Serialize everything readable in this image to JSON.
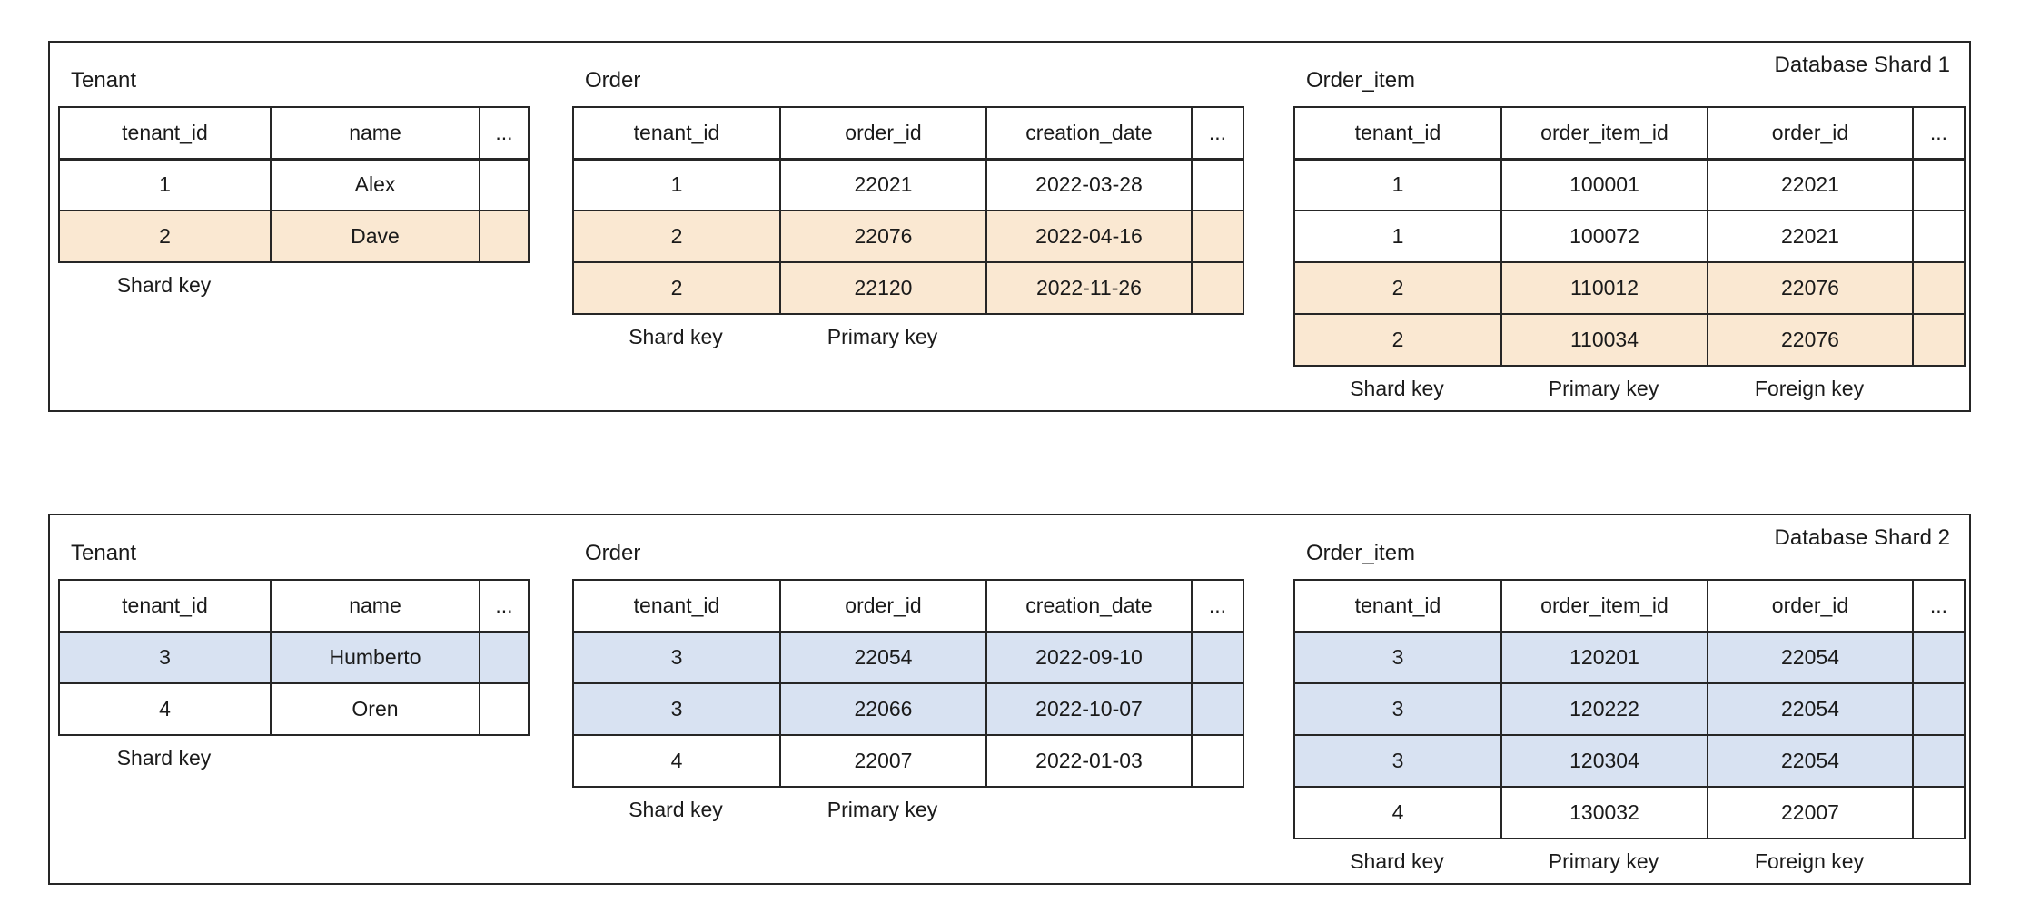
{
  "diagram": {
    "shards": [
      {
        "label": "Database Shard 1",
        "highlight_color": "#fae8d2",
        "tables": [
          {
            "title": "Tenant",
            "columns": [
              "tenant_id",
              "name",
              "..."
            ],
            "rows": [
              {
                "highlight": false,
                "cells": [
                  "1",
                  "Alex",
                  ""
                ]
              },
              {
                "highlight": true,
                "cells": [
                  "2",
                  "Dave",
                  ""
                ]
              }
            ],
            "key_labels": [
              "Shard key"
            ]
          },
          {
            "title": "Order",
            "columns": [
              "tenant_id",
              "order_id",
              "creation_date",
              "..."
            ],
            "rows": [
              {
                "highlight": false,
                "cells": [
                  "1",
                  "22021",
                  "2022-03-28",
                  ""
                ]
              },
              {
                "highlight": true,
                "cells": [
                  "2",
                  "22076",
                  "2022-04-16",
                  ""
                ]
              },
              {
                "highlight": true,
                "cells": [
                  "2",
                  "22120",
                  "2022-11-26",
                  ""
                ]
              }
            ],
            "key_labels": [
              "Shard key",
              "Primary key"
            ]
          },
          {
            "title": "Order_item",
            "columns": [
              "tenant_id",
              "order_item_id",
              "order_id",
              "..."
            ],
            "rows": [
              {
                "highlight": false,
                "cells": [
                  "1",
                  "100001",
                  "22021",
                  ""
                ]
              },
              {
                "highlight": false,
                "cells": [
                  "1",
                  "100072",
                  "22021",
                  ""
                ]
              },
              {
                "highlight": true,
                "cells": [
                  "2",
                  "110012",
                  "22076",
                  ""
                ]
              },
              {
                "highlight": true,
                "cells": [
                  "2",
                  "110034",
                  "22076",
                  ""
                ]
              }
            ],
            "key_labels": [
              "Shard key",
              "Primary key",
              "Foreign key"
            ]
          }
        ]
      },
      {
        "label": "Database Shard 2",
        "highlight_color": "#d8e2f2",
        "tables": [
          {
            "title": "Tenant",
            "columns": [
              "tenant_id",
              "name",
              "..."
            ],
            "rows": [
              {
                "highlight": true,
                "cells": [
                  "3",
                  "Humberto",
                  ""
                ]
              },
              {
                "highlight": false,
                "cells": [
                  "4",
                  "Oren",
                  ""
                ]
              }
            ],
            "key_labels": [
              "Shard key"
            ]
          },
          {
            "title": "Order",
            "columns": [
              "tenant_id",
              "order_id",
              "creation_date",
              "..."
            ],
            "rows": [
              {
                "highlight": true,
                "cells": [
                  "3",
                  "22054",
                  "2022-09-10",
                  ""
                ]
              },
              {
                "highlight": true,
                "cells": [
                  "3",
                  "22066",
                  "2022-10-07",
                  ""
                ]
              },
              {
                "highlight": false,
                "cells": [
                  "4",
                  "22007",
                  "2022-01-03",
                  ""
                ]
              }
            ],
            "key_labels": [
              "Shard key",
              "Primary key"
            ]
          },
          {
            "title": "Order_item",
            "columns": [
              "tenant_id",
              "order_item_id",
              "order_id",
              "..."
            ],
            "rows": [
              {
                "highlight": true,
                "cells": [
                  "3",
                  "120201",
                  "22054",
                  ""
                ]
              },
              {
                "highlight": true,
                "cells": [
                  "3",
                  "120222",
                  "22054",
                  ""
                ]
              },
              {
                "highlight": true,
                "cells": [
                  "3",
                  "120304",
                  "22054",
                  ""
                ]
              },
              {
                "highlight": false,
                "cells": [
                  "4",
                  "130032",
                  "22007",
                  ""
                ]
              }
            ],
            "key_labels": [
              "Shard key",
              "Primary key",
              "Foreign key"
            ]
          }
        ]
      }
    ]
  }
}
